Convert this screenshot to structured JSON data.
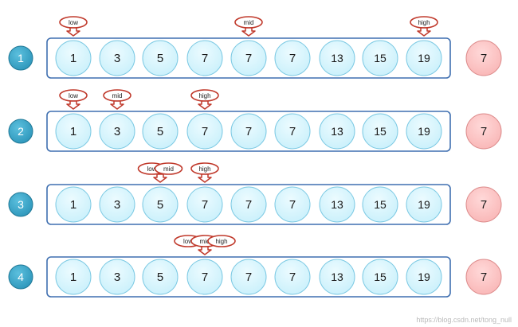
{
  "array_values": [
    1,
    3,
    5,
    7,
    7,
    7,
    13,
    15,
    19
  ],
  "target_value": 7,
  "colors": {
    "circle_fill": "#c9f0fb",
    "circle_stroke": "#7cc9e3",
    "array_box": "#3f6fb0",
    "step_badge": "#2a93b8",
    "target_fill": "#f9b6b6",
    "target_stroke": "#dd8c8c",
    "pointer_red": "#c0392b"
  },
  "steps": [
    {
      "number": "1",
      "pointers": [
        {
          "label": "low",
          "index": 0
        },
        {
          "label": "mid",
          "index": 4
        },
        {
          "label": "high",
          "index": 8
        }
      ]
    },
    {
      "number": "2",
      "pointers": [
        {
          "label": "low",
          "index": 0
        },
        {
          "label": "mid",
          "index": 1
        },
        {
          "label": "high",
          "index": 3
        }
      ]
    },
    {
      "number": "3",
      "pointers": [
        {
          "label": "low",
          "index": 2
        },
        {
          "label": "mid",
          "index": 2
        },
        {
          "label": "high",
          "index": 3
        }
      ]
    },
    {
      "number": "4",
      "pointers": [
        {
          "label": "low",
          "index": 3
        },
        {
          "label": "mid",
          "index": 3
        },
        {
          "label": "high",
          "index": 3
        }
      ]
    }
  ],
  "watermark": "https://blog.csdn.net/tong_null"
}
